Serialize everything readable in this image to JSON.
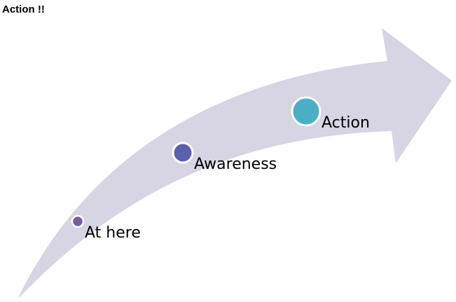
{
  "page": {
    "title": "Action !!"
  },
  "diagram": {
    "arrow_color": "#d7d4e3",
    "steps": [
      {
        "label": "At here",
        "color": "#7b5c9e"
      },
      {
        "label": "Awareness",
        "color": "#5a62ae"
      },
      {
        "label": "Action",
        "color": "#4aafc6"
      }
    ]
  }
}
